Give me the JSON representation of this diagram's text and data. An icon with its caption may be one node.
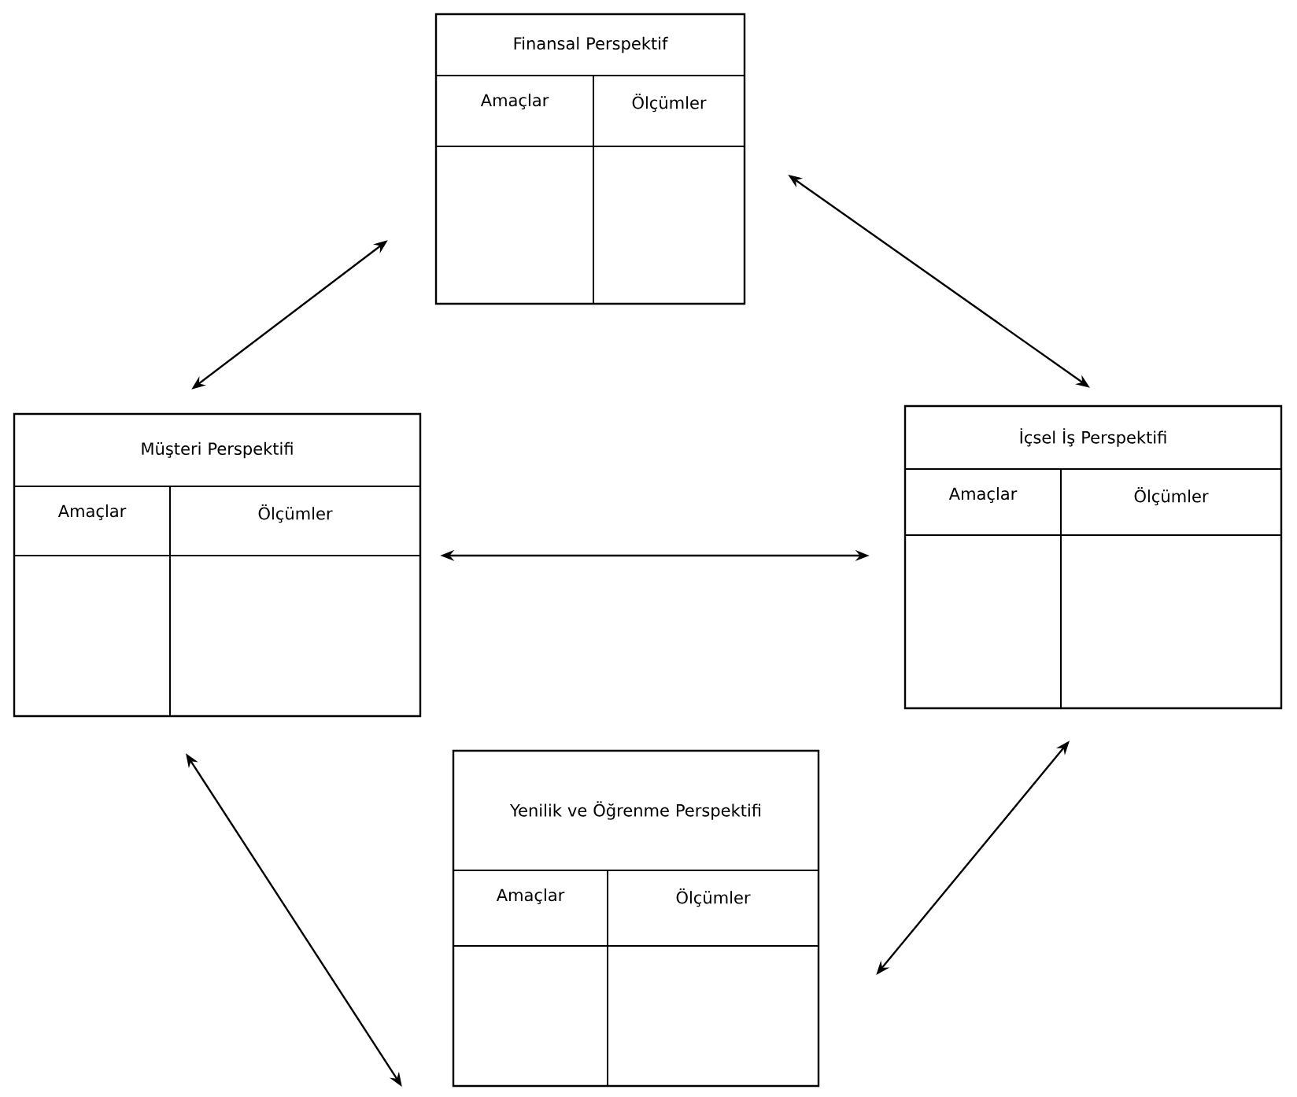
{
  "diagram": {
    "nodes": [
      {
        "text": [
          "Finansal Perspektif",
          "Amaçlar",
          "Ölçümler"
        ]
      },
      {
        "text": [
          "Müşteri Perspektifi",
          "Amaçlar",
          "Ölçümler"
        ]
      },
      {
        "text": [
          "İçsel İş Perspektifi",
          "Amaçlar",
          "Ölçümler"
        ]
      },
      {
        "text": [
          "Yenilik ve Öğrenme Perspektifi",
          "Amaçlar",
          "Ölçümler"
        ]
      }
    ],
    "edges": [
      {
        "from": 0,
        "to": 1,
        "arrow": "both"
      },
      {
        "from": 0,
        "to": 2,
        "arrow": "both"
      },
      {
        "from": 1,
        "to": 2,
        "arrow": "both"
      },
      {
        "from": 1,
        "to": 3,
        "arrow": "both"
      },
      {
        "from": 2,
        "to": 3,
        "arrow": "both"
      }
    ]
  }
}
